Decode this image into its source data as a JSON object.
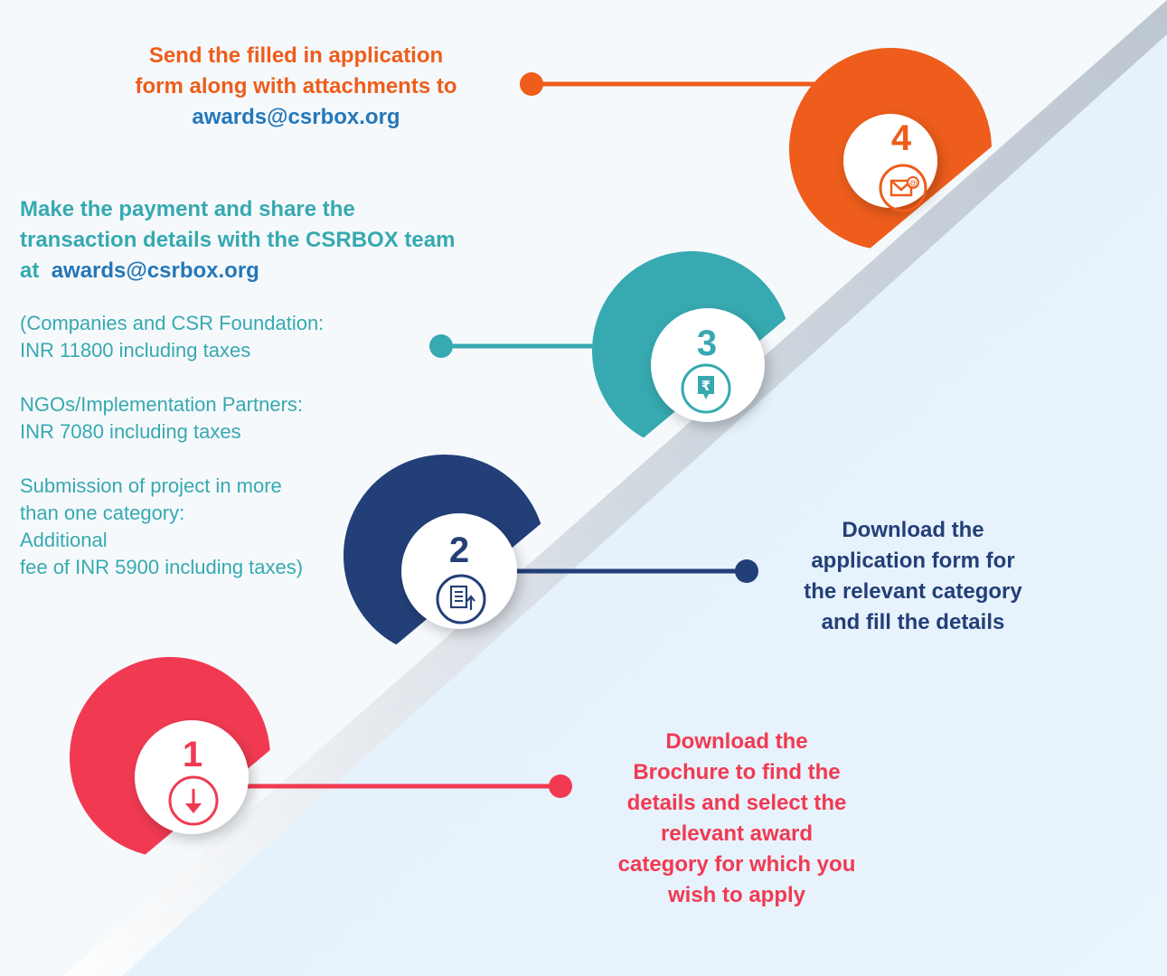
{
  "colors": {
    "step1": "#f13a52",
    "step2": "#233f78",
    "step3": "#36a9b1",
    "step4": "#ee5d1b",
    "email": "#2477b8",
    "background": "#f5f9fd"
  },
  "steps": [
    {
      "number": "1",
      "icon": "download-icon",
      "lines": [
        "Download the",
        "Brochure to find the",
        "details and select the",
        "relevant award",
        "category for which you",
        "wish to apply"
      ]
    },
    {
      "number": "2",
      "icon": "document-upload-icon",
      "lines": [
        "Download the",
        "application form for",
        "the relevant category",
        "and fill the details"
      ]
    },
    {
      "number": "3",
      "icon": "rupee-payment-icon",
      "line1": "Make the payment and share the",
      "line2": "transaction details with the CSRBOX team",
      "line3_prefix": "at ",
      "email": "awards@csrbox.org",
      "details": [
        [
          "(Companies and CSR Foundation:",
          "INR 11800 including taxes"
        ],
        [
          "NGOs/Implementation Partners:",
          "INR 7080 including taxes"
        ],
        [
          "Submission of project in more",
          "than one category:",
          "Additional",
          "fee of INR 5900 including taxes)"
        ]
      ]
    },
    {
      "number": "4",
      "icon": "email-send-icon",
      "line1": "Send the filled in application",
      "line2": "form along with attachments to",
      "email": "awards@csrbox.org"
    }
  ]
}
